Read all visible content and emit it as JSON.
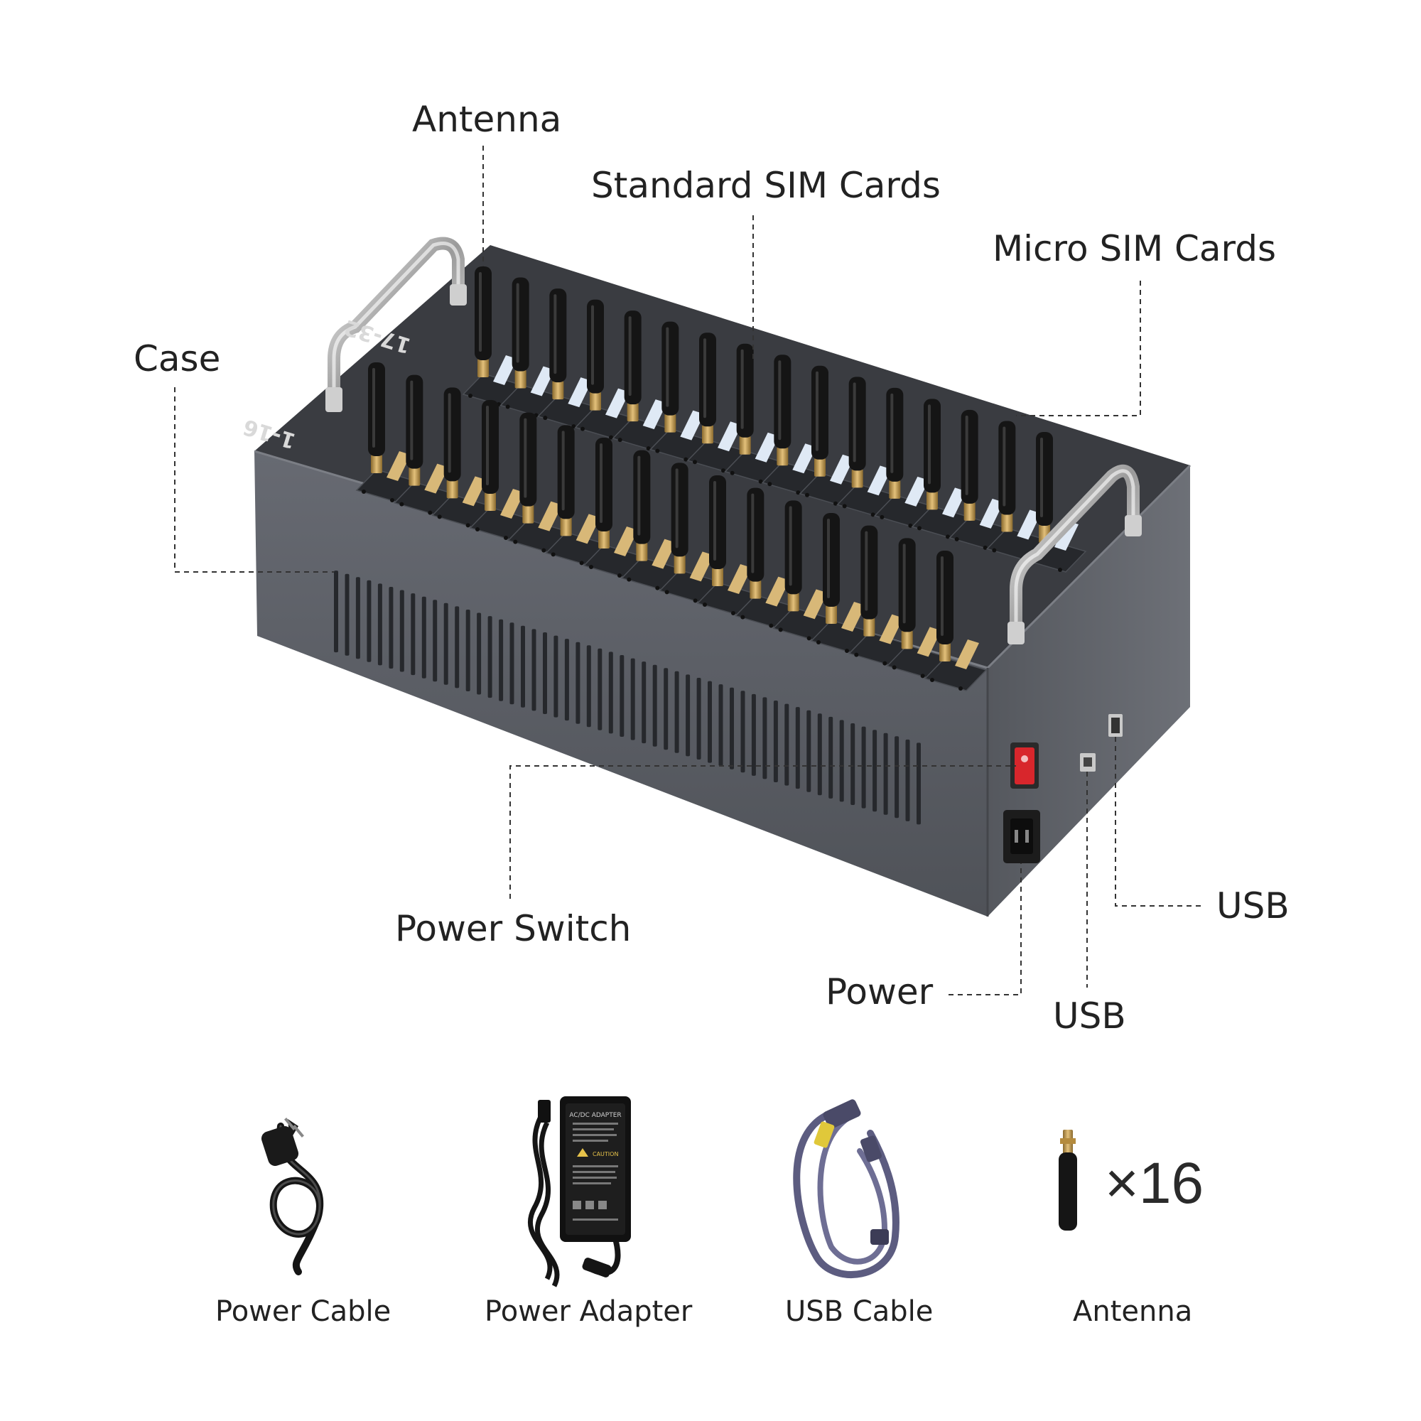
{
  "callouts": {
    "antenna": "Antenna",
    "standard_sim": "Standard SIM Cards",
    "micro_sim": "Micro SIM Cards",
    "case": "Case",
    "power_switch": "Power Switch",
    "power": "Power",
    "usb_side": "USB",
    "usb_back": "USB"
  },
  "device_markings": {
    "group_front": "1-16",
    "group_back": "17-32"
  },
  "accessories": {
    "items": [
      {
        "label": "Power Cable"
      },
      {
        "label": "Power Adapter"
      },
      {
        "label": "USB Cable"
      },
      {
        "label": "Antenna"
      }
    ],
    "antenna_quantity": "×16",
    "adapter_title": "AC/DC ADAPTER",
    "adapter_caution": "CAUTION"
  },
  "colors": {
    "case_body": "#5a5d64",
    "case_top": "#3b3d42",
    "antenna": "#151515",
    "connector": "#c79a4a",
    "power_switch": "#d8262c",
    "usb_cable": "#6a6a8a",
    "label_text": "#222222"
  }
}
